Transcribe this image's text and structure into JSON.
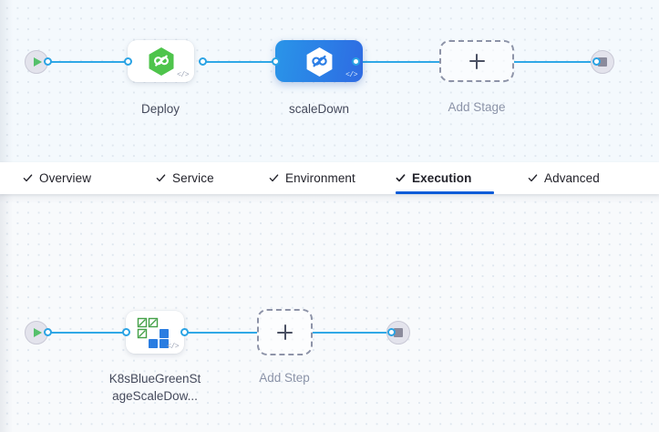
{
  "stage_graph": {
    "start_node": {
      "icon": "play-icon"
    },
    "end_node": {
      "icon": "stop-icon"
    },
    "nodes": [
      {
        "id": "deploy",
        "label": "Deploy",
        "icon": "harness-hexagon-icon",
        "state": "default",
        "code_badge": "</>"
      },
      {
        "id": "scaleDown",
        "label": "scaleDown",
        "icon": "harness-hexagon-white-icon",
        "state": "selected",
        "code_badge": "</>"
      }
    ],
    "add_node": {
      "label": "Add Stage",
      "icon": "plus-icon"
    }
  },
  "tabs": [
    {
      "id": "overview",
      "label": "Overview",
      "icon": "check-icon",
      "active": false
    },
    {
      "id": "service",
      "label": "Service",
      "icon": "check-icon",
      "active": false
    },
    {
      "id": "environment",
      "label": "Environment",
      "icon": "check-icon",
      "active": false
    },
    {
      "id": "execution",
      "label": "Execution",
      "icon": "check-icon",
      "active": true
    },
    {
      "id": "advanced",
      "label": "Advanced",
      "icon": "check-icon",
      "active": false
    }
  ],
  "step_graph": {
    "start_node": {
      "icon": "play-icon"
    },
    "end_node": {
      "icon": "stop-icon"
    },
    "nodes": [
      {
        "id": "k8sScaleDown",
        "label": "K8sBlueGreenSt\nageScaleDow...",
        "icon": "k8s-scale-down-icon",
        "state": "default",
        "code_badge": "</>"
      }
    ],
    "add_node": {
      "label": "Add Step",
      "icon": "plus-icon"
    }
  },
  "colors": {
    "edge": "#30a8e6",
    "port_stroke": "#2aa3e4",
    "accent": "#0b5cd8",
    "selected_node_from": "#2a95e8",
    "selected_node_to": "#2f6be2",
    "harness_green": "#4ec44b",
    "label": "#454a5c",
    "muted_label": "#8b93a8",
    "canvas_bg": "#f6fafd",
    "grid_dot": "#dfe7ef"
  }
}
